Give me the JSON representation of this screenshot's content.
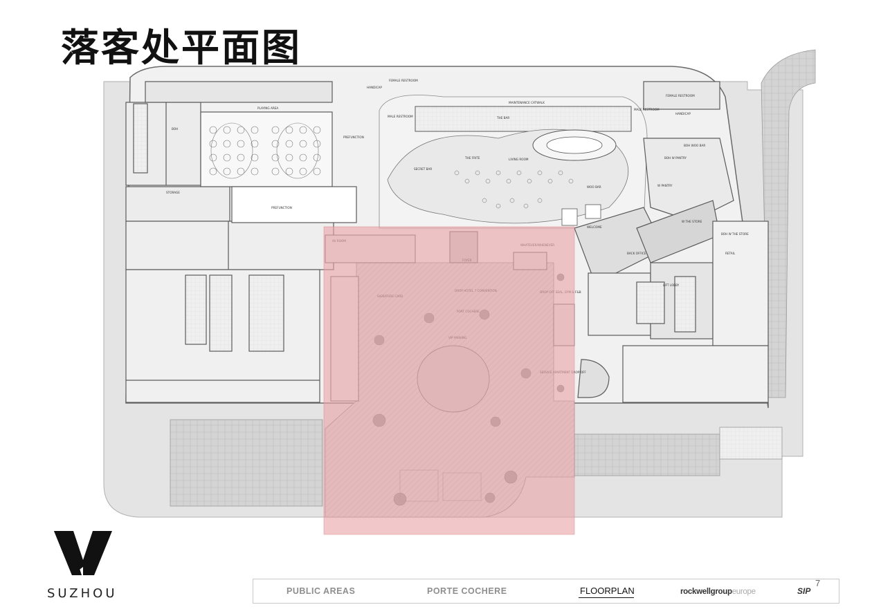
{
  "title": "落客处平面图",
  "logo": {
    "mark": "W",
    "city": "SUZHOU"
  },
  "title_block": {
    "public_areas": "PUBLIC AREAS",
    "porte_cochere": "PORTE COCHERE",
    "floorplan": "FLOORPLAN",
    "firm_name": "rockwellgroup",
    "firm_suffix": "europe",
    "client_logo": "SIP",
    "page_number": "7"
  },
  "room_labels": {
    "playing_area": "PLAYING AREA",
    "boh_left": "BOH",
    "storage": "STORAGE",
    "prefunction_top": "PREFUNCTION",
    "prefunction_mid": "PREFUNCTION",
    "maintenance_catwalk": "MAINTENANCE CATWALK",
    "handicap_left": "HANDICAP",
    "female_restroom": "FEMALE RESTROOM",
    "male_restroom": "MALE RESTROOM",
    "secret_bar": "SECRET BAR",
    "the_frite": "THE FRITE",
    "living_room": "LIVING ROOM",
    "the_bar": "THE BAR",
    "woo_bar": "WOO BAR",
    "welcome": "WELCOME",
    "w_pantry": "W PANTRY",
    "boh_pantry": "BOH W PANTRY",
    "boh_woo_bar": "BOH WOO BAR",
    "w_the_store": "W THE STORE",
    "boh_store": "BOH W THE STORE",
    "retail": "RETAIL",
    "back_office": "BACK OFFICE",
    "lift_lobby": "LIFT LOBBY",
    "foyer": "FOYER",
    "signature_card": "SIGNATURE CARD",
    "drop_hotel": "DROP HOTEL 7 CONVENTION",
    "port_cochere": "PORT COCHERE",
    "vip_parking": "VIP PARKING",
    "drop_off": "DROP OFF SEAL, GYM & F&B",
    "service_apartment": "SERVICE APARTMENT DROP OFF",
    "whatever_whenever": "WHATEVER/WHENEVER",
    "av_room": "AV ROOM",
    "male_restroom_r": "MALE RESTROOM",
    "female_restroom_r": "FEMALE RESTROOM",
    "handicap_right": "HANDICAP"
  },
  "colors": {
    "highlight_fill": "#e8a5a8",
    "wall": "#5a5a5a",
    "floor_fill": "#ececec",
    "paving": "#d8d8d8"
  }
}
